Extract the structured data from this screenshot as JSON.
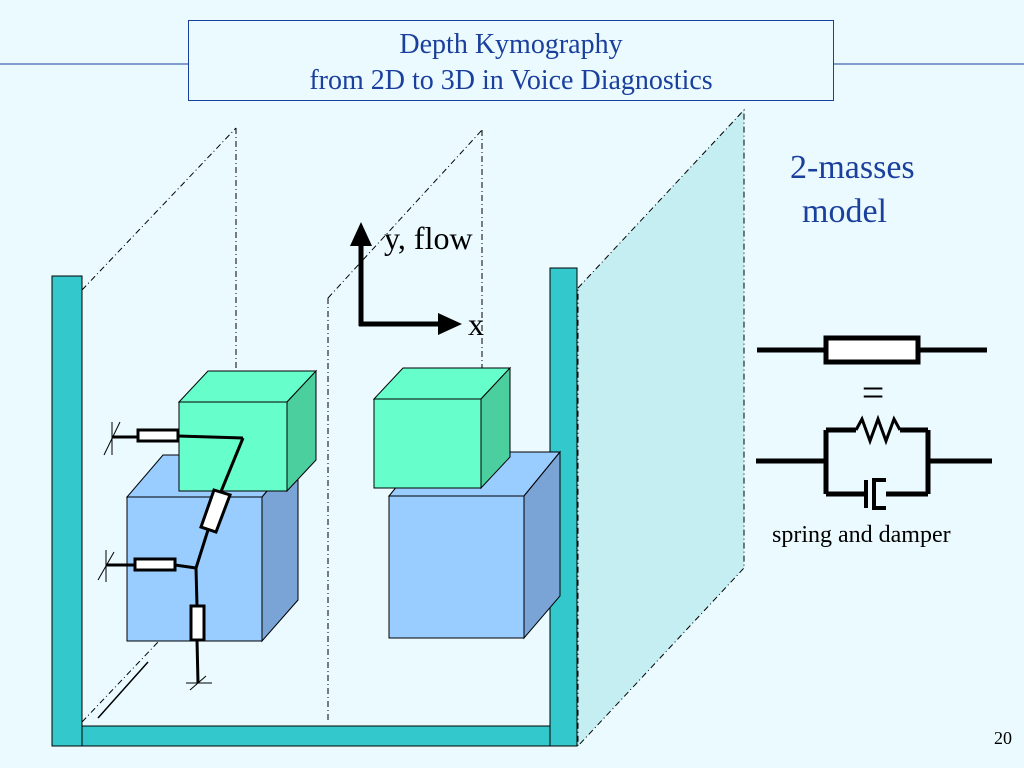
{
  "title": {
    "line1": "Depth Kymography",
    "line2": "from 2D to 3D in Voice Diagnostics"
  },
  "model_label": {
    "line1": "2-masses",
    "line2": "model"
  },
  "axes": {
    "y_label": "y, flow",
    "x_label": "x"
  },
  "equivalence": {
    "symbol": "=",
    "caption": "spring and damper"
  },
  "page_number": "20",
  "colors": {
    "background": "#eafaff",
    "title_text": "#1a3f9c",
    "wall": "#33c9cc",
    "back_plane": "#c4eef2",
    "upper_mass_front": "#66ffcc",
    "upper_mass_side": "#4ccf9e",
    "lower_mass_front": "#99ccff",
    "lower_mass_side": "#7aa3d6"
  }
}
